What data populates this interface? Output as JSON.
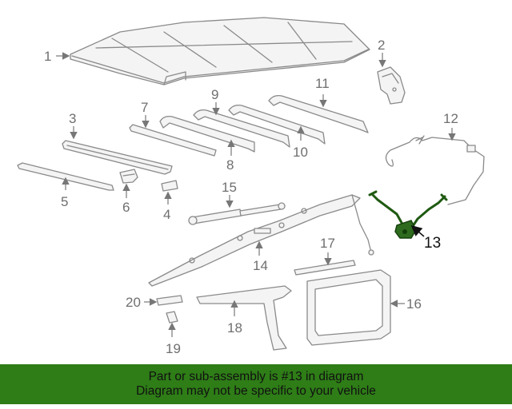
{
  "diagram": {
    "callouts": {
      "c1": "1",
      "c2": "2",
      "c3": "3",
      "c4": "4",
      "c5": "5",
      "c6": "6",
      "c7": "7",
      "c8": "8",
      "c9": "9",
      "c10": "10",
      "c11": "11",
      "c12": "12",
      "c13": "13",
      "c14": "14",
      "c15": "15",
      "c16": "16",
      "c17": "17",
      "c18": "18",
      "c19": "19",
      "c20": "20"
    },
    "highlighted_part": "13",
    "highlight_color": "#2e6b1e"
  },
  "banner": {
    "line1": "Part or sub-assembly is #13 in diagram",
    "line2": "Diagram may not be specific to your vehicle",
    "background": "#2e7d17"
  }
}
